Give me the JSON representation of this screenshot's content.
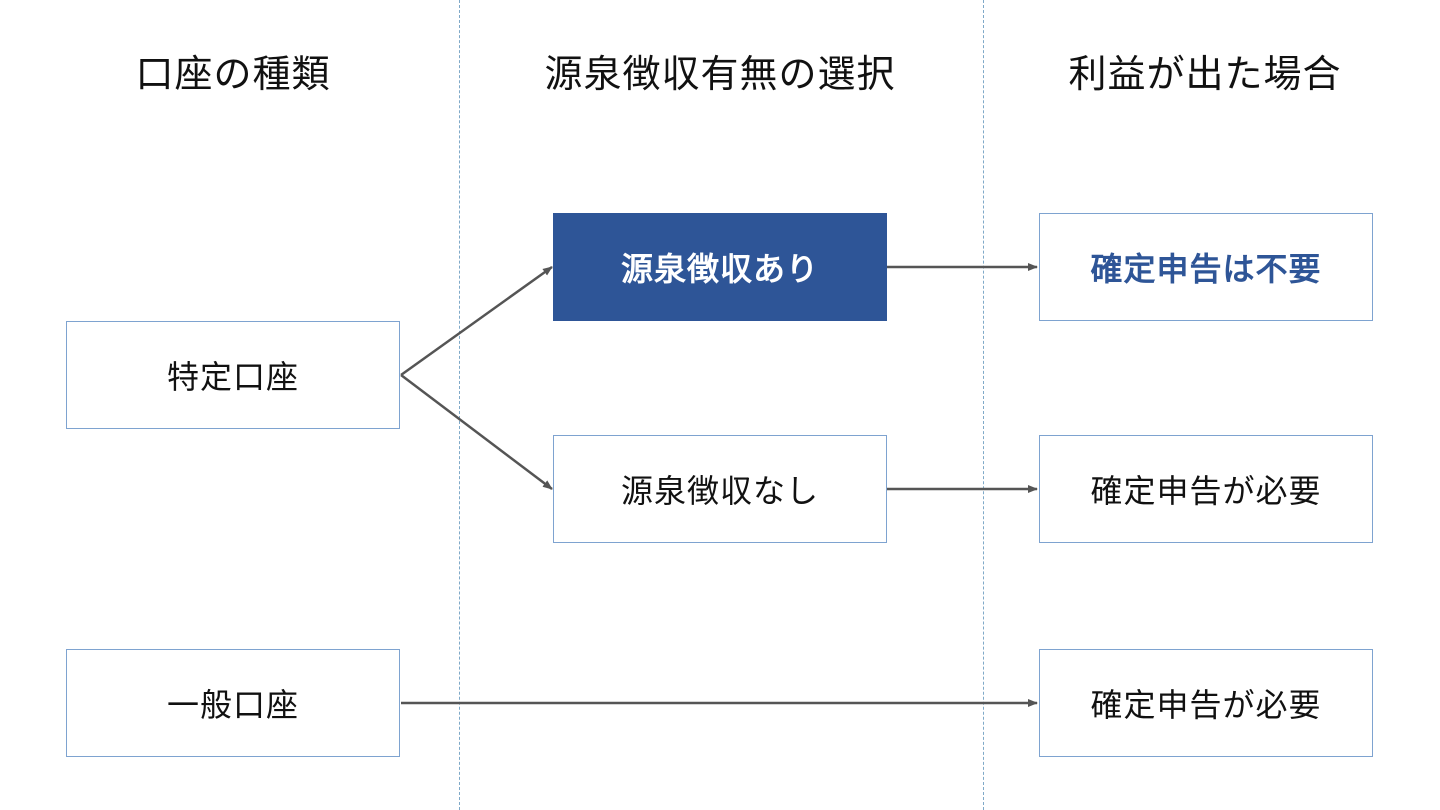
{
  "headers": {
    "account_type": "口座の種類",
    "withholding_choice": "源泉徴収有無の選択",
    "on_profit": "利益が出た場合"
  },
  "accounts": {
    "tokutei": "特定口座",
    "ippan": "一般口座"
  },
  "withholding": {
    "with": "源泉徴収あり",
    "without": "源泉徴収なし"
  },
  "results": {
    "not_required": "確定申告は不要",
    "required_tokutei": "確定申告が必要",
    "required_ippan": "確定申告が必要"
  },
  "colors": {
    "accent": "#2e5597",
    "box_border": "#7ea3d0",
    "arrow": "#555555",
    "divider": "#7fa9c8"
  }
}
